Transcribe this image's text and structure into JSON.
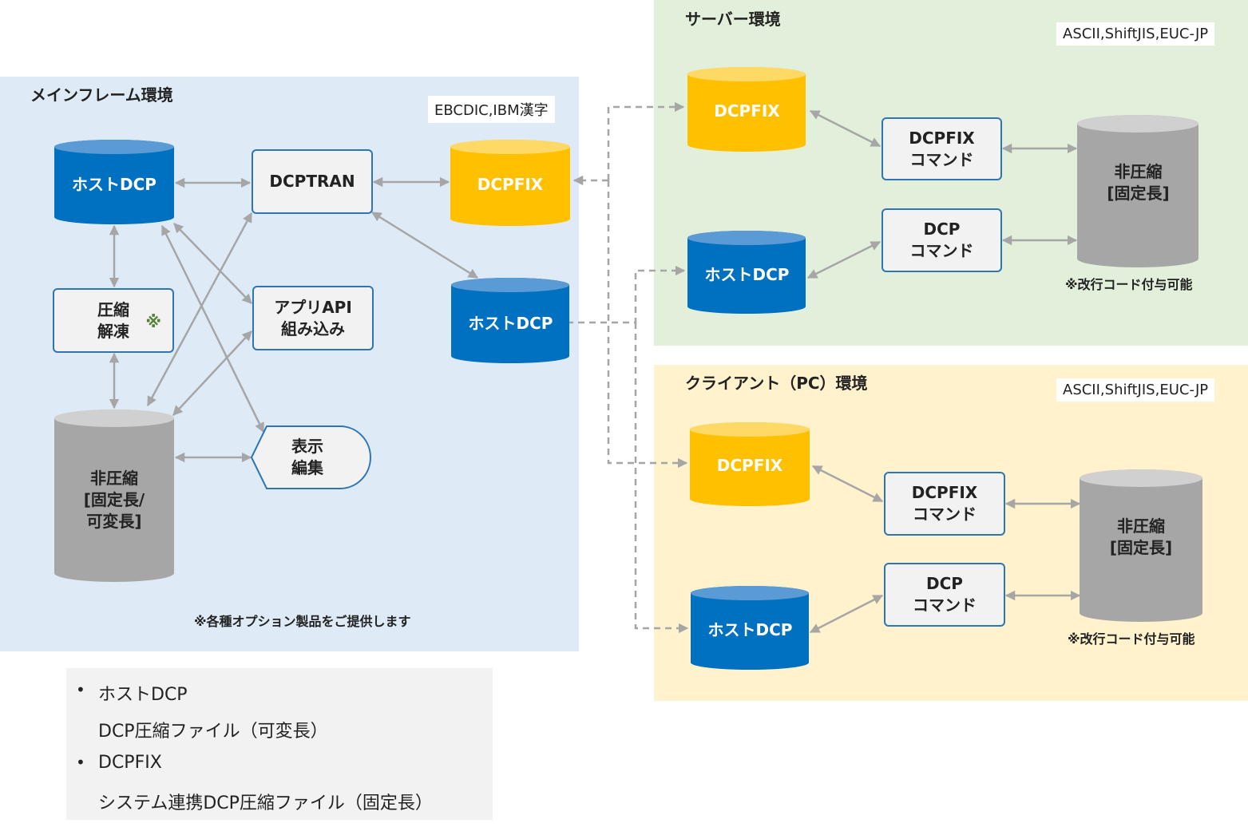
{
  "regions": {
    "mainframe": {
      "title": "メインフレーム環境",
      "encoding": "EBCDIC,IBM漢字",
      "note": "※各種オプション製品をご提供します",
      "color": "#deebf7"
    },
    "server": {
      "title": "サーバー環境",
      "encoding": "ASCII,ShiftJIS,EUC-JP",
      "note": "※改行コード付与可能",
      "color": "#e2efda"
    },
    "client": {
      "title": "クライアント（PC）環境",
      "encoding": "ASCII,ShiftJIS,EUC-JP",
      "note": "※改行コード付与可能",
      "color": "#fff2cc"
    }
  },
  "nodes": {
    "mf_host": {
      "label": "ホストDCP"
    },
    "mf_dcptran": {
      "label": "DCPTRAN"
    },
    "mf_dcpfix": {
      "label": "DCPFIX"
    },
    "mf_host2": {
      "label": "ホストDCP"
    },
    "mf_compress": {
      "line1": "圧縮",
      "line2": "解凍",
      "mark": "※"
    },
    "mf_app_api": {
      "line1": "アプリAPI",
      "line2": "組み込み"
    },
    "mf_uncompressed": {
      "line1": "非圧縮",
      "line2": "[固定長/",
      "line3": "可変長]"
    },
    "mf_display": {
      "line1": "表示",
      "line2": "編集"
    },
    "sv_dcpfix": {
      "label": "DCPFIX"
    },
    "sv_host": {
      "label": "ホストDCP"
    },
    "sv_dcpfix_cmd": {
      "line1": "DCPFIX",
      "line2": "コマンド"
    },
    "sv_dcp_cmd": {
      "line1": "DCP",
      "line2": "コマンド"
    },
    "sv_uncompressed": {
      "line1": "非圧縮",
      "line2": "[固定長]"
    },
    "cl_dcpfix": {
      "label": "DCPFIX"
    },
    "cl_host": {
      "label": "ホストDCP"
    },
    "cl_dcpfix_cmd": {
      "line1": "DCPFIX",
      "line2": "コマンド"
    },
    "cl_dcp_cmd": {
      "line1": "DCP",
      "line2": "コマンド"
    },
    "cl_uncompressed": {
      "line1": "非圧縮",
      "line2": "[固定長]"
    }
  },
  "legend": {
    "items": [
      {
        "bullet": "•",
        "title": "ホストDCP",
        "desc": "DCP圧縮ファイル（可変長）"
      },
      {
        "bullet": "•",
        "title": "DCPFIX",
        "desc": "システム連携DCP圧縮ファイル（固定長）"
      }
    ]
  },
  "colors": {
    "blue_db": "#0070c0",
    "gold_db": "#ffc000",
    "gray_db": "#a6a6a6",
    "box_border": "#2e75b6",
    "arrow": "#a6a6a6"
  }
}
